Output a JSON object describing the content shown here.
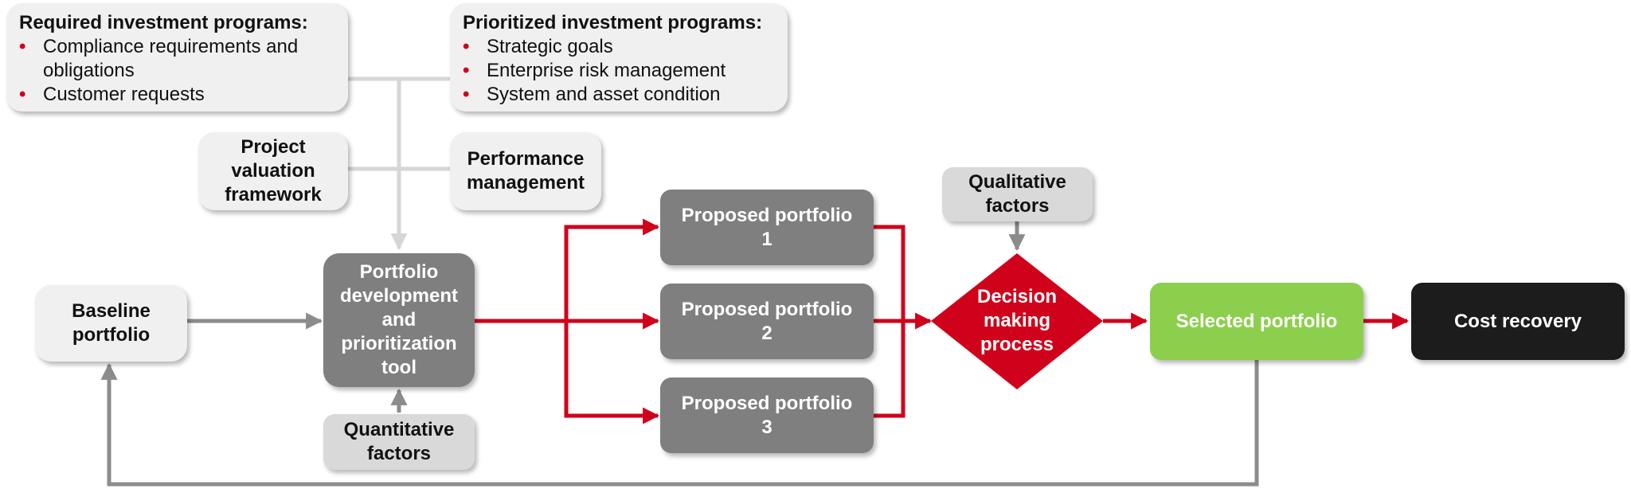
{
  "required": {
    "title": "Required investment programs:",
    "items": [
      "Compliance requirements and obligations",
      "Customer requests"
    ]
  },
  "prioritized": {
    "title": "Prioritized investment programs:",
    "items": [
      "Strategic goals",
      "Enterprise risk management",
      "System and asset condition"
    ]
  },
  "bullet": "•",
  "boxes": {
    "project_valuation": [
      "Project",
      "valuation",
      "framework"
    ],
    "performance": [
      "Performance",
      "management"
    ],
    "baseline": [
      "Baseline",
      "portfolio"
    ],
    "pdpt": [
      "Portfolio",
      "development",
      "and",
      "prioritization",
      "tool"
    ],
    "quantitative": [
      "Quantitative",
      "factors"
    ],
    "qualitative": [
      "Qualitative",
      "factors"
    ],
    "proposed1": [
      "Proposed portfolio",
      "1"
    ],
    "proposed2": [
      "Proposed portfolio",
      "2"
    ],
    "proposed3": [
      "Proposed portfolio",
      "3"
    ],
    "decision": [
      "Decision",
      "making",
      "process"
    ],
    "selected": "Selected portfolio",
    "cost_recovery": "Cost recovery"
  },
  "colors": {
    "red": "#d0021b",
    "gray_arrow": "#8c8c8c",
    "light_line": "#d6d6d6",
    "green": "#8ccf4d",
    "dark_box": "#7f7f7f",
    "black_box": "#1c1c1c"
  }
}
